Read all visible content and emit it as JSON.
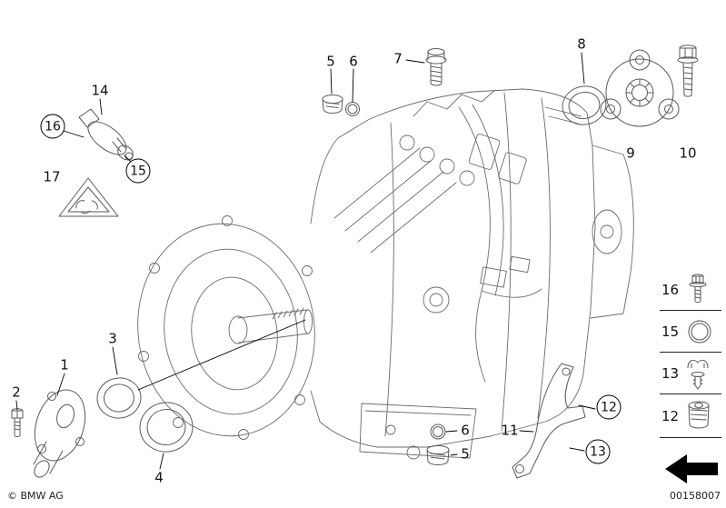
{
  "figure": {
    "type": "transmission-parts-diagram",
    "copyright": "© BMW AG",
    "image_number": "00158007"
  },
  "callouts": [
    {
      "label": "14",
      "circled": false
    },
    {
      "label": "16",
      "circled": true
    },
    {
      "label": "15",
      "circled": true
    },
    {
      "label": "17",
      "circled": false
    },
    {
      "label": "5",
      "circled": false
    },
    {
      "label": "6",
      "circled": false
    },
    {
      "label": "7",
      "circled": false
    },
    {
      "label": "8",
      "circled": false
    },
    {
      "label": "9",
      "circled": false
    },
    {
      "label": "10",
      "circled": false
    },
    {
      "label": "3",
      "circled": false
    },
    {
      "label": "1",
      "circled": false
    },
    {
      "label": "2",
      "circled": false
    },
    {
      "label": "4",
      "circled": false
    },
    {
      "label": "6",
      "circled": false
    },
    {
      "label": "5",
      "circled": false
    },
    {
      "label": "11",
      "circled": false
    },
    {
      "label": "12",
      "circled": true
    },
    {
      "label": "13",
      "circled": true
    }
  ],
  "legend": {
    "items": [
      {
        "label": "16",
        "icons": [
          "hex-bolt-icon"
        ]
      },
      {
        "label": "15",
        "icons": [
          "o-ring-icon"
        ]
      },
      {
        "label": "13",
        "icons": [
          "retaining-clip-icon",
          "expanding-rivet-icon"
        ]
      },
      {
        "label": "12",
        "icons": [
          "screw-plug-icon"
        ]
      }
    ]
  },
  "direction_arrow": {
    "icon": "direction-arrow",
    "points": "left"
  }
}
